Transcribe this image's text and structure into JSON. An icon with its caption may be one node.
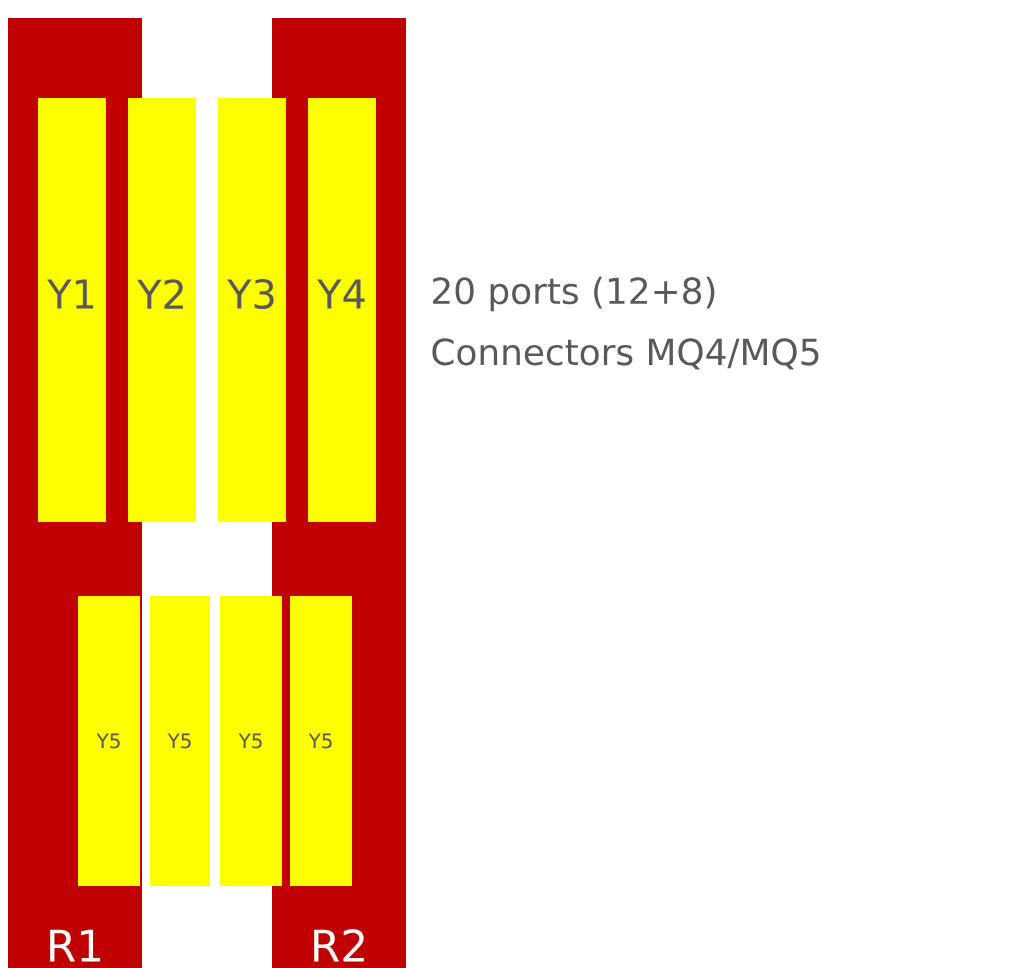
{
  "diagram": {
    "nodes": [
      {
        "text": [
          "R1"
        ]
      },
      {
        "text": [
          "R2"
        ]
      },
      {
        "text": [
          "Y1"
        ],
        "in": 0
      },
      {
        "text": [
          "Y2"
        ]
      },
      {
        "text": [
          "Y3"
        ]
      },
      {
        "text": [
          "Y4"
        ],
        "in": 1
      },
      {
        "text": [
          "Y5"
        ],
        "in": 0
      },
      {
        "text": [
          "Y5"
        ]
      },
      {
        "text": [
          "Y5"
        ]
      },
      {
        "text": [
          "Y5"
        ],
        "in": 1
      }
    ],
    "labels": [
      "20 ports (12+8)",
      "Connectors MQ4/MQ5"
    ]
  }
}
